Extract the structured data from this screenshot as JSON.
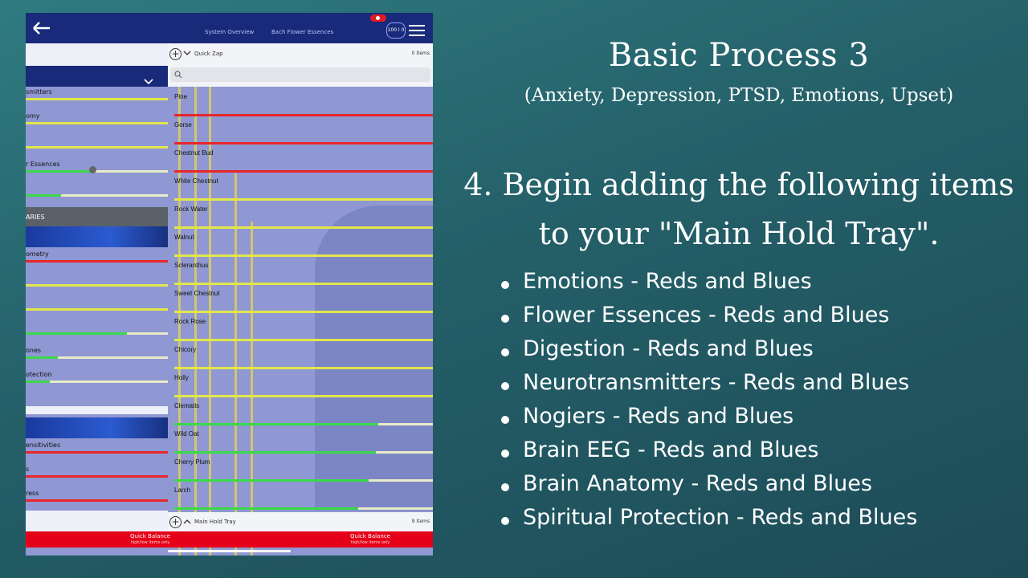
{
  "app": {
    "tabs": [
      "System Overview",
      "Bach Flower Essences"
    ],
    "counter": "100 I 0",
    "left_labels": [
      "smitters",
      "omy",
      "r Essences",
      "ARIES",
      "ometry",
      "ones",
      "otection",
      "ensitivities",
      "s",
      "ress"
    ],
    "quick_zap_label": "Quick Zap",
    "quick_zap_count": "0 items",
    "items": [
      {
        "name": "Pine",
        "color": "#e8262a",
        "level": 1.0
      },
      {
        "name": "Gorse",
        "color": "#e8262a",
        "level": 1.0
      },
      {
        "name": "Chestnut Bud",
        "color": "#e8262a",
        "level": 1.0
      },
      {
        "name": "White Chestnut",
        "color": "#e3e64a",
        "level": 1.0
      },
      {
        "name": "Rock Water",
        "color": "#e3e64a",
        "level": 1.0
      },
      {
        "name": "Walnut",
        "color": "#e3e64a",
        "level": 1.0
      },
      {
        "name": "Scleranthus",
        "color": "#e3e64a",
        "level": 1.0
      },
      {
        "name": "Sweet Chestnut",
        "color": "#e3e64a",
        "level": 1.0
      },
      {
        "name": "Rock Rose",
        "color": "#e3e64a",
        "level": 1.0
      },
      {
        "name": "Chicory",
        "color": "#e3e64a",
        "level": 1.0
      },
      {
        "name": "Holly",
        "color": "#e3e64a",
        "level": 1.0
      },
      {
        "name": "Clematis",
        "color": "#3ad94a",
        "level": 0.79
      },
      {
        "name": "Wild Oat",
        "color": "#3ad94a",
        "level": 0.78
      },
      {
        "name": "Cherry Plum",
        "color": "#3ad94a",
        "level": 0.75
      },
      {
        "name": "Larch",
        "color": "#3ad94a",
        "level": 0.71
      }
    ],
    "main_hold_label": "Main Hold Tray",
    "main_hold_count": "9 items",
    "quick_balance": "Quick Balance",
    "quick_balance_sub": "high/low items only"
  },
  "slide": {
    "title": "Basic Process 3",
    "subtitle": "(Anxiety, Depression, PTSD, Emotions, Upset)",
    "step_line1": "4. Begin adding the following items",
    "step_line2": "to your \"Main Hold Tray\".",
    "bullets": [
      "Emotions - Reds and Blues",
      "Flower Essences - Reds and Blues",
      "Digestion - Reds and Blues",
      "Neurotransmitters - Reds and Blues",
      "Nogiers - Reds and Blues",
      "Brain EEG - Reds and Blues",
      "Brain Anatomy - Reds and Blues",
      "Spiritual Protection - Reds and Blues"
    ]
  },
  "colors": {
    "red": "#e8262a",
    "yellow": "#e3e64a",
    "green": "#3ad94a",
    "navy": "#182a79"
  }
}
